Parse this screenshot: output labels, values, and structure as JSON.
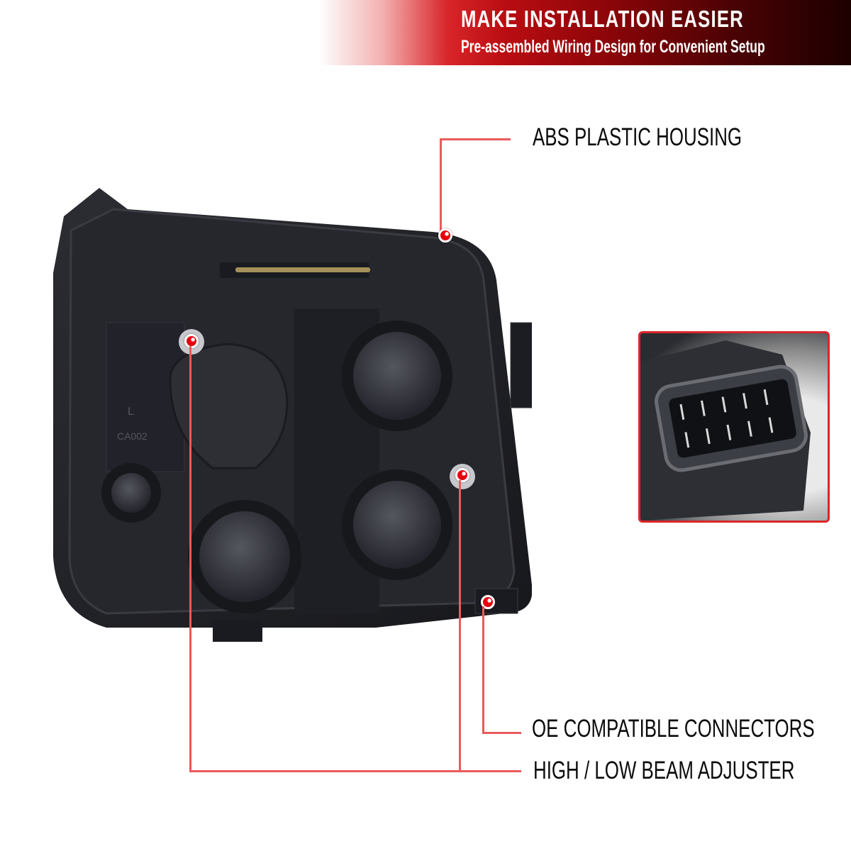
{
  "banner": {
    "title": "MAKE INSTALLATION EASIER",
    "subtitle": "Pre-assembled Wiring Design for Convenient Setup",
    "colors": {
      "start": "#ffffff",
      "mid": "#b90d12",
      "end": "#1d0000"
    }
  },
  "callouts": [
    {
      "label": "ABS PLASTIC HOUSING",
      "target": "housing-edge"
    },
    {
      "label": "OE COMPATIBLE CONNECTORS",
      "target": "connector-port"
    },
    {
      "label": "HIGH / LOW BEAM ADJUSTER",
      "target": "adjuster-screws"
    }
  ],
  "product": {
    "housing_markings": [
      "CA002",
      "L"
    ],
    "inset_subject": "wiring connector close-up"
  },
  "colors": {
    "leader_line": "#ea5a5a",
    "marker_dot": "#e5000d",
    "inset_border": "#d9262b",
    "label_text": "#0b0b0b"
  }
}
